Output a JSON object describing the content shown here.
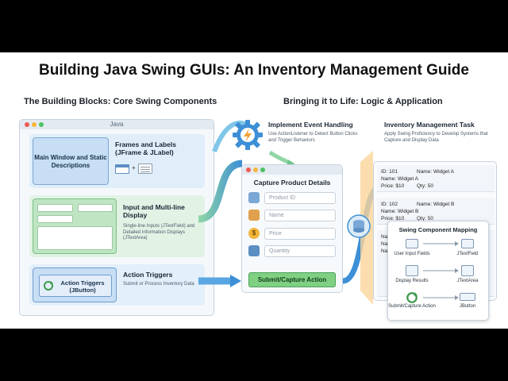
{
  "title": "Building Java Swing GUIs: An Inventory Management Guide",
  "left_section": {
    "heading": "The Building Blocks: Core Swing Components",
    "window_title": "Java",
    "panels": [
      {
        "inner_label": "Main Window and Static Descriptions",
        "title": "Frames and Labels (JFrame & JLabel)",
        "desc": ""
      },
      {
        "inner_label": "",
        "title": "Input and Multi-line Display",
        "desc": "Single-line Inputs (JTextField) and Detailed Information Displays (JTextArea)"
      },
      {
        "inner_label": "Action Triggers (JButton)",
        "title": "Action Triggers",
        "desc": "Submit or Process Inventory Data"
      }
    ],
    "plus": "+"
  },
  "right_section": {
    "heading": "Bringing it to Life: Logic & Application",
    "event": {
      "title": "Implement Event Handling",
      "desc": "Use ActionListener to Detect Button Clicks and Trigger Behaviors"
    },
    "form": {
      "title": "Capture Product Details",
      "placeholders": [
        "Product ID",
        "Name",
        "Price",
        "Quantity"
      ],
      "button": "Submit/Capture Action"
    },
    "task": {
      "title": "Inventory Management Task",
      "desc": "Apply Swing Proficiency to Develop Systems that Capture and Display Data",
      "records": [
        {
          "id": "ID: 101",
          "name_label": "Name: Widget A",
          "name2": "Name: Widget A",
          "price": "Price: $10",
          "qty": "Qty: 50"
        },
        {
          "id": "ID: 102",
          "name_label": "Name: Widget B",
          "name2": "Name: Widget B",
          "price": "Price: $10",
          "qty": "Qty: 50"
        }
      ],
      "partial_names": [
        "Nam",
        "Nam",
        "Nam"
      ]
    },
    "mapping": {
      "title": "Swing Component Mapping",
      "rows": [
        {
          "left": "User Input Fields",
          "right": "JTextField"
        },
        {
          "left": "Display Results",
          "right": "JTextArea"
        },
        {
          "left": "Submit/Capture Action",
          "right": "JButton"
        }
      ]
    }
  },
  "colors": {
    "arrow": "#3d8fd6",
    "accent_orange": "#f5a23a",
    "button_green": "#7fd083"
  }
}
